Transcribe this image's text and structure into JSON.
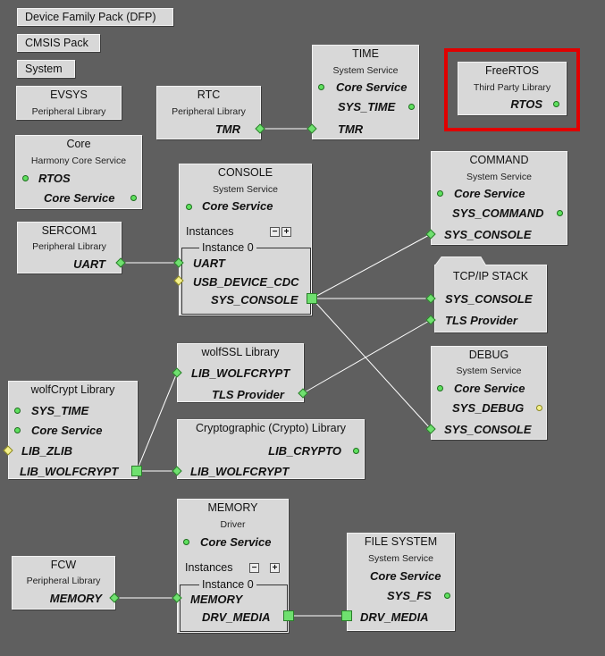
{
  "top_buttons": [
    "Device Family Pack (DFP)",
    "CMSIS Pack",
    "System"
  ],
  "evsys": {
    "title": "EVSYS",
    "sub": "Peripheral Library"
  },
  "rtc": {
    "title": "RTC",
    "sub": "Peripheral Library",
    "rows": [
      "TMR"
    ]
  },
  "time": {
    "title": "TIME",
    "sub": "System Service",
    "rows": [
      "Core Service",
      "SYS_TIME",
      "TMR"
    ]
  },
  "freertos": {
    "title": "FreeRTOS",
    "sub": "Third Party Library",
    "rows": [
      "RTOS"
    ]
  },
  "core": {
    "title": "Core",
    "sub": "Harmony Core Service",
    "rows": [
      "RTOS",
      "Core Service"
    ]
  },
  "console": {
    "title": "CONSOLE",
    "sub": "System Service",
    "rows": [
      "Core Service"
    ],
    "instances": "Instances",
    "instance0": "Instance 0",
    "inst_rows": [
      "UART",
      "USB_DEVICE_CDC",
      "SYS_CONSOLE"
    ]
  },
  "command": {
    "title": "COMMAND",
    "sub": "System Service",
    "rows": [
      "Core Service",
      "SYS_COMMAND",
      "SYS_CONSOLE"
    ]
  },
  "sercom1": {
    "title": "SERCOM1",
    "sub": "Peripheral Library",
    "rows": [
      "UART"
    ]
  },
  "tcpip": {
    "title": "TCP/IP STACK",
    "rows": [
      "SYS_CONSOLE",
      "TLS Provider"
    ]
  },
  "wolfssl": {
    "title": "wolfSSL Library",
    "rows": [
      "LIB_WOLFCRYPT",
      "TLS Provider"
    ]
  },
  "debug": {
    "title": "DEBUG",
    "sub": "System Service",
    "rows": [
      "Core Service",
      "SYS_DEBUG",
      "SYS_CONSOLE"
    ]
  },
  "wolfcrypt": {
    "title": "wolfCrypt Library",
    "rows": [
      "SYS_TIME",
      "Core Service",
      "LIB_ZLIB",
      "LIB_WOLFCRYPT"
    ]
  },
  "crypto": {
    "title": "Cryptographic (Crypto) Library",
    "rows": [
      "LIB_CRYPTO",
      "LIB_WOLFCRYPT"
    ]
  },
  "memory": {
    "title": "MEMORY",
    "sub": "Driver",
    "rows": [
      "Core Service"
    ],
    "instances": "Instances",
    "instance0": "Instance 0",
    "inst_rows": [
      "MEMORY",
      "DRV_MEDIA"
    ]
  },
  "fcw": {
    "title": "FCW",
    "sub": "Peripheral Library",
    "rows": [
      "MEMORY"
    ]
  },
  "filesystem": {
    "title": "FILE SYSTEM",
    "sub": "System Service",
    "rows": [
      "Core Service",
      "SYS_FS",
      "DRV_MEDIA"
    ]
  },
  "colors": {
    "background": "#5f5f5f",
    "node": "#d8d8d8",
    "connector": "#6fe06f",
    "optional": "#f4f08a",
    "highlight": "#e00000",
    "wire": "#ffffff"
  }
}
